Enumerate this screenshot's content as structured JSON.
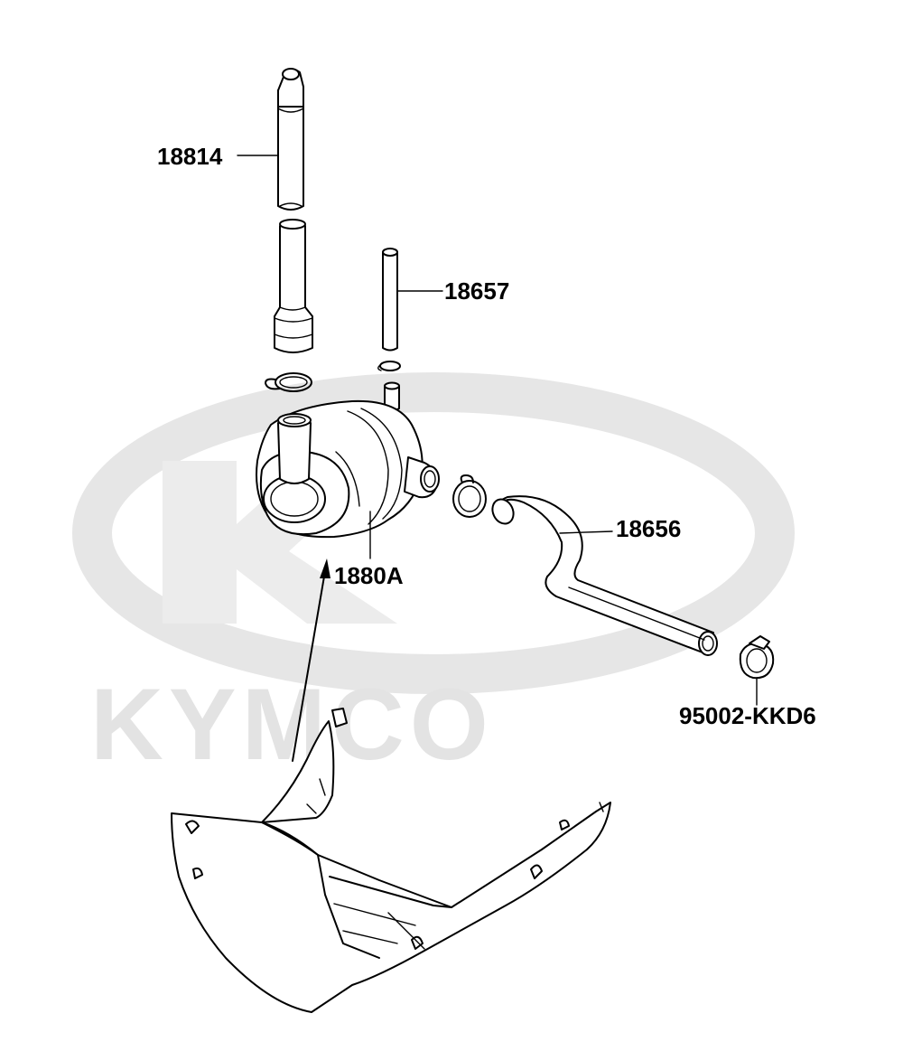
{
  "watermark": {
    "brand": "KYMCO",
    "color": "#e3e3e3"
  },
  "labels": {
    "breather_tube_top": "18814",
    "small_tube": "18657",
    "hose": "18656",
    "air_filter_assembly": "1880A",
    "hose_clamp": "95002-KKD6"
  },
  "colors": {
    "line": "#000000",
    "background": "#ffffff"
  }
}
